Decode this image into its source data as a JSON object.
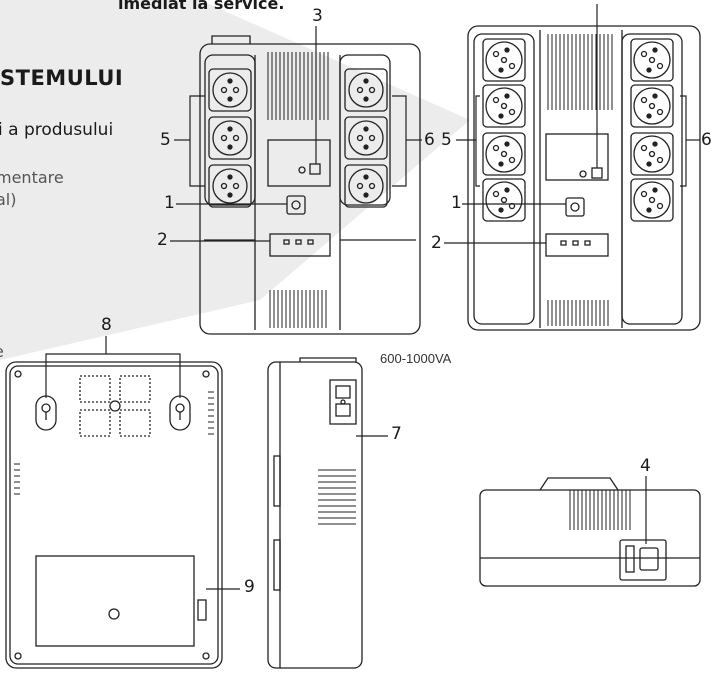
{
  "doc": {
    "top_line": "imediat la service.",
    "section_title": "STEMULUI",
    "section_sub": "i a produsului",
    "note_1": "mentare",
    "note_2": "al)",
    "note_3": "e",
    "caption": "600-1000VA"
  },
  "callouts": {
    "c1a": "1",
    "c1b": "1",
    "c2a": "2",
    "c2b": "2",
    "c3": "3",
    "c4": "4",
    "c5a": "5",
    "c5b": "5",
    "c6a": "6",
    "c6b": "6",
    "c7": "7",
    "c8": "8",
    "c9": "9"
  }
}
